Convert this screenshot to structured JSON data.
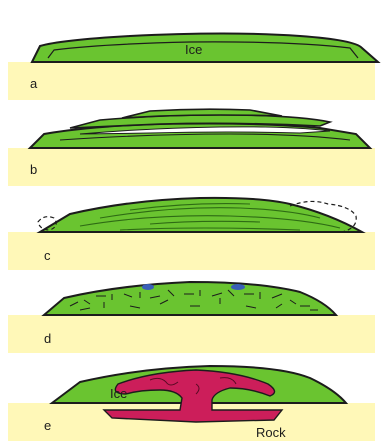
{
  "panels": [
    {
      "label": "a",
      "ice_label": "Ice"
    },
    {
      "label": "b"
    },
    {
      "label": "c"
    },
    {
      "label": "d"
    },
    {
      "label": "e",
      "ice_label": "Ice",
      "rock_label": "Rock"
    }
  ],
  "colors": {
    "ice": "#6ac430",
    "ice_dark": "#2e6b14",
    "outline": "#1c1c1c",
    "ground": "#fff8b8",
    "white_layer": "#ffffff",
    "magma": "#cc1e5a",
    "blue_pond": "#3a5fb8"
  }
}
